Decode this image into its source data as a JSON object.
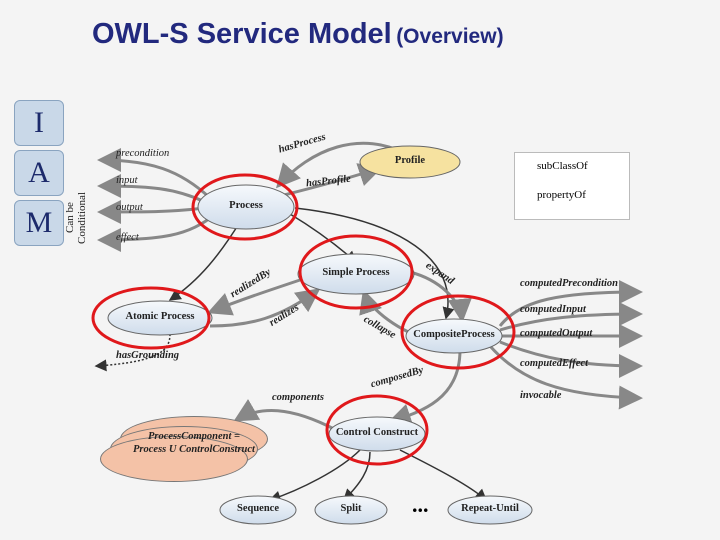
{
  "title": {
    "main": "OWL-S Service Model",
    "sub": "(Overview)"
  },
  "puzzle": {
    "letters": [
      "I",
      "A",
      "M"
    ]
  },
  "side_note": "Can be Conditional",
  "iope_labels": {
    "precondition": "precondition",
    "input": "input",
    "output": "output",
    "effect": "effect"
  },
  "nodes": {
    "profile": "Profile",
    "process": "Process",
    "simple_process": "Simple Process",
    "atomic_process": "Atomic Process",
    "composite_process": "CompositeProcess",
    "control_construct": "Control Construct",
    "sequence": "Sequence",
    "split": "Split",
    "repeat_until": "Repeat-Until"
  },
  "edge_labels": {
    "has_process": "hasProcess",
    "has_profile": "hasProfile",
    "realized_by": "realizedBy",
    "realizes": "realizes",
    "expand": "expand",
    "collapse": "collapse",
    "composed_by": "composedBy",
    "components": "components",
    "has_grounding": "hasGrounding"
  },
  "computed": [
    "computedPrecondition",
    "computedInput",
    "computedOutput",
    "computedEffect",
    "invocable"
  ],
  "legend": {
    "subclass": "subClassOf",
    "property": "propertyOf"
  },
  "process_component": {
    "line1": "ProcessComponent =",
    "line2": "Process U ControlConstruct"
  },
  "ellipsis": "..."
}
